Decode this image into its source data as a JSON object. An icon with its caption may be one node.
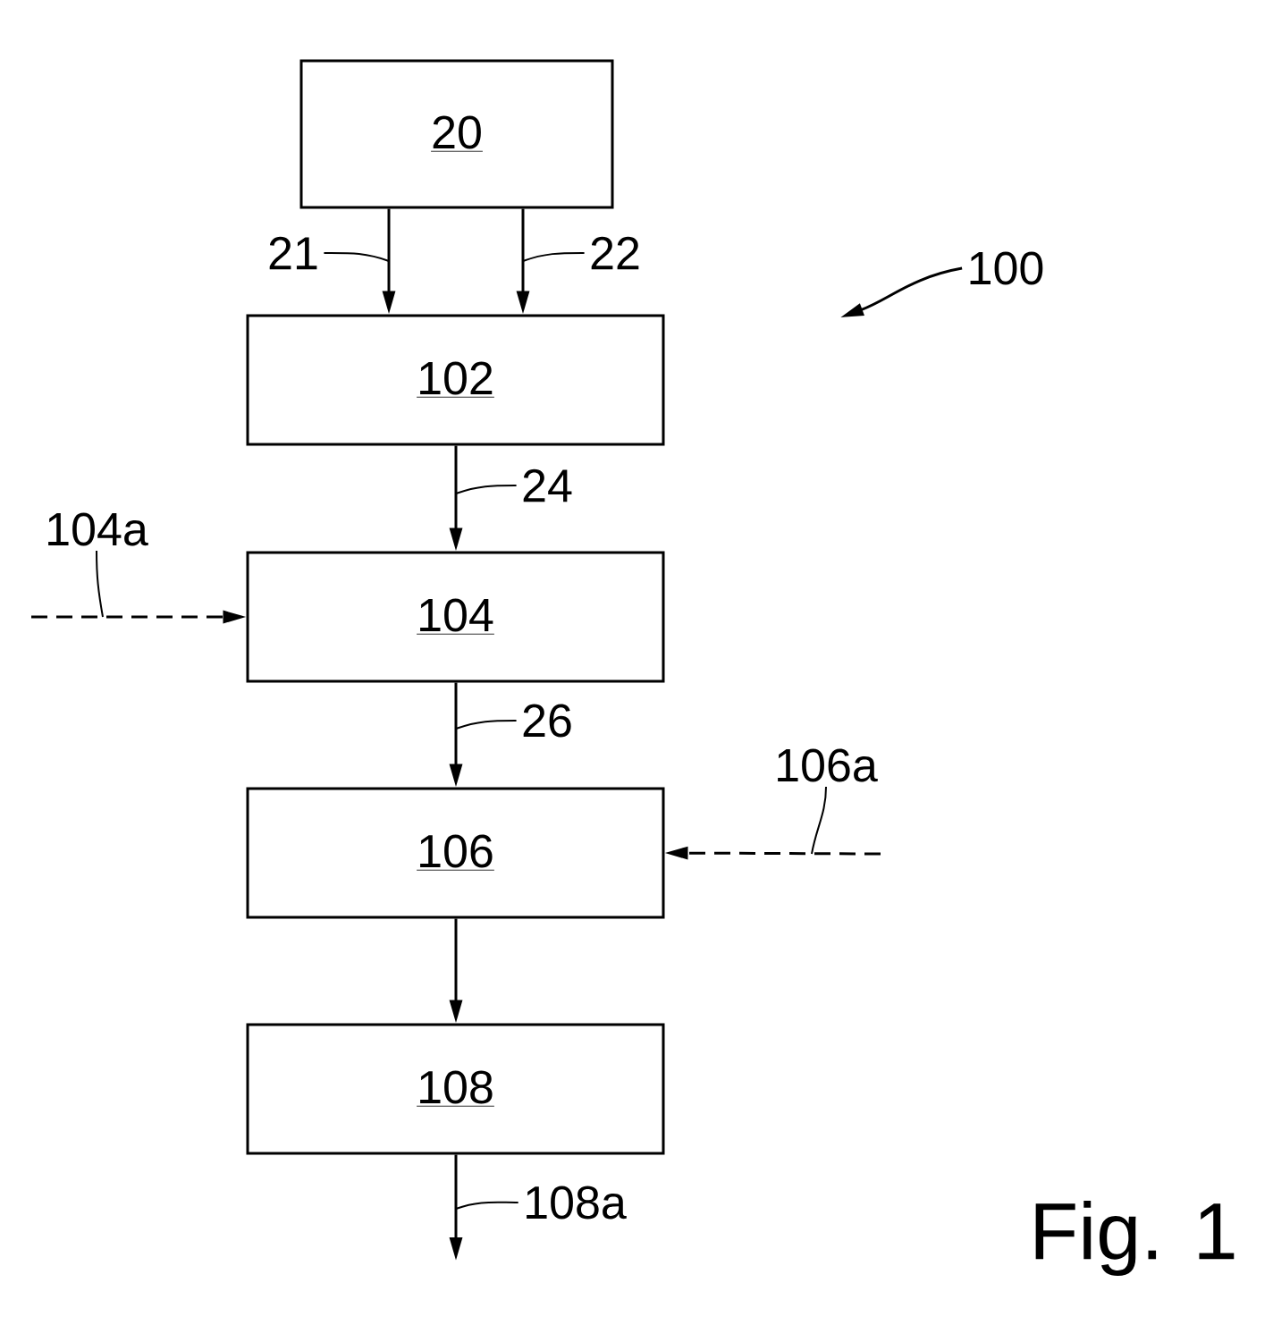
{
  "diagram": {
    "nodes": [
      {
        "text": [
          "20"
        ]
      },
      {
        "text": [
          "102"
        ]
      },
      {
        "text": [
          "104"
        ]
      },
      {
        "text": [
          "106"
        ]
      },
      {
        "text": [
          "108"
        ]
      },
      {
        "text": [
          "21"
        ]
      },
      {
        "text": [
          "22"
        ]
      },
      {
        "text": [
          "24"
        ]
      },
      {
        "text": [
          "104a"
        ]
      },
      {
        "text": [
          "26"
        ]
      },
      {
        "text": [
          "106a"
        ]
      },
      {
        "text": [
          "108a"
        ]
      },
      {
        "text": [
          "100"
        ]
      }
    ],
    "edges": [
      {
        "from": 0,
        "to": 1,
        "arrow": "to"
      },
      {
        "from": 0,
        "to": 1,
        "arrow": "to"
      },
      {
        "from": 1,
        "to": 2,
        "arrow": "to"
      },
      {
        "from": null,
        "to": 2,
        "arrow": "to",
        "style": "dashed"
      },
      {
        "from": 2,
        "to": 3,
        "arrow": "to"
      },
      {
        "from": null,
        "to": 3,
        "arrow": "to",
        "style": "dashed"
      },
      {
        "from": 3,
        "to": 4,
        "arrow": "to"
      },
      {
        "from": 4,
        "to": null,
        "arrow": "to"
      },
      {
        "from": 5,
        "to": null,
        "arrow": "none"
      },
      {
        "from": 6,
        "to": null,
        "arrow": "none"
      },
      {
        "from": 7,
        "to": null,
        "arrow": "none"
      },
      {
        "from": 8,
        "to": null,
        "arrow": "none"
      },
      {
        "from": 9,
        "to": null,
        "arrow": "none"
      },
      {
        "from": 10,
        "to": null,
        "arrow": "none"
      },
      {
        "from": 11,
        "to": null,
        "arrow": "none"
      },
      {
        "from": 12,
        "to": null,
        "arrow": "to"
      }
    ],
    "labels": [
      "Fig. 1"
    ]
  }
}
